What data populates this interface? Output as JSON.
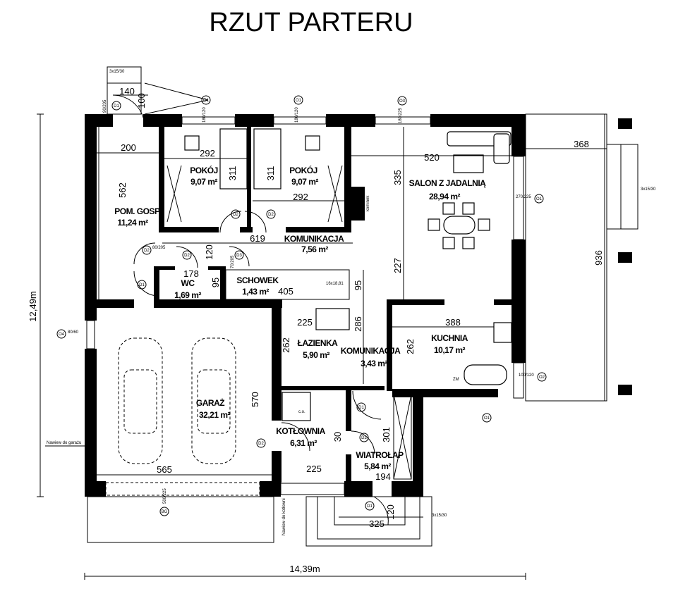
{
  "title": "RZUT PARTERU",
  "rooms": [
    {
      "name": "POKÓJ",
      "area": "9,07 m²"
    },
    {
      "name": "POKÓJ",
      "area": "9,07 m²"
    },
    {
      "name": "POM. GOSP.",
      "area": "11,24 m²"
    },
    {
      "name": "SALON Z JADALNIĄ",
      "area": "28,94 m²"
    },
    {
      "name": "KOMUNIKACJA",
      "area": "7,56 m²"
    },
    {
      "name": "WC",
      "area": "1,69 m²"
    },
    {
      "name": "SCHOWEK",
      "area": "1,43 m²"
    },
    {
      "name": "ŁAZIENKA",
      "area": "5,90 m²"
    },
    {
      "name": "KOMUNIKACJA",
      "area": "3,43 m²"
    },
    {
      "name": "KUCHNIA",
      "area": "10,17 m²"
    },
    {
      "name": "GARAŻ",
      "area": "32,21 m²"
    },
    {
      "name": "KOTŁOWNIA",
      "area": "6,31 m²"
    },
    {
      "name": "WIATROŁAP",
      "area": "5,84 m²"
    }
  ],
  "dimensions": {
    "d140": "140",
    "d100": "100",
    "d200": "200",
    "d562": "562",
    "d292a": "292",
    "d292b": "292",
    "d311a": "311",
    "d311b": "311",
    "d619": "619",
    "d120a": "120",
    "d178": "178",
    "d95a": "95",
    "d405": "405",
    "d95b": "95",
    "d520": "520",
    "d335": "335",
    "d227": "227",
    "d368": "368",
    "d936": "936",
    "d388": "388",
    "d225a": "225",
    "d262a": "262",
    "d286": "286",
    "d262b": "262",
    "d570": "570",
    "d565": "565",
    "d225b": "225",
    "d30": "30",
    "d301": "301",
    "d194": "194",
    "d325": "325",
    "d120b": "120",
    "height_total": "12,49m",
    "width_total": "14,39m"
  },
  "markers": {
    "o1": "O1",
    "o2": "O2",
    "o3": "O3",
    "o4": "O4",
    "d1": "D1",
    "d2": "D2",
    "d3": "D3",
    "bg": "BG",
    "o1_size": "180/120",
    "o3_size": "180/225",
    "o1r_size": "270/225",
    "o2_size": "100/120",
    "o4_size": "80/60",
    "d1_size": "90/205",
    "d2_size": "80/205",
    "d3_size": "70/205",
    "bg_size": "500/225",
    "stairs": "16x18,81",
    "stair_step": "3x15/30"
  },
  "notes": {
    "garage_vent": "Nawiew do garażu",
    "boiler_vent": "Nawiew do kotłowni",
    "co": "c.o.",
    "zm": "ZM",
    "kominek": "kominek"
  }
}
